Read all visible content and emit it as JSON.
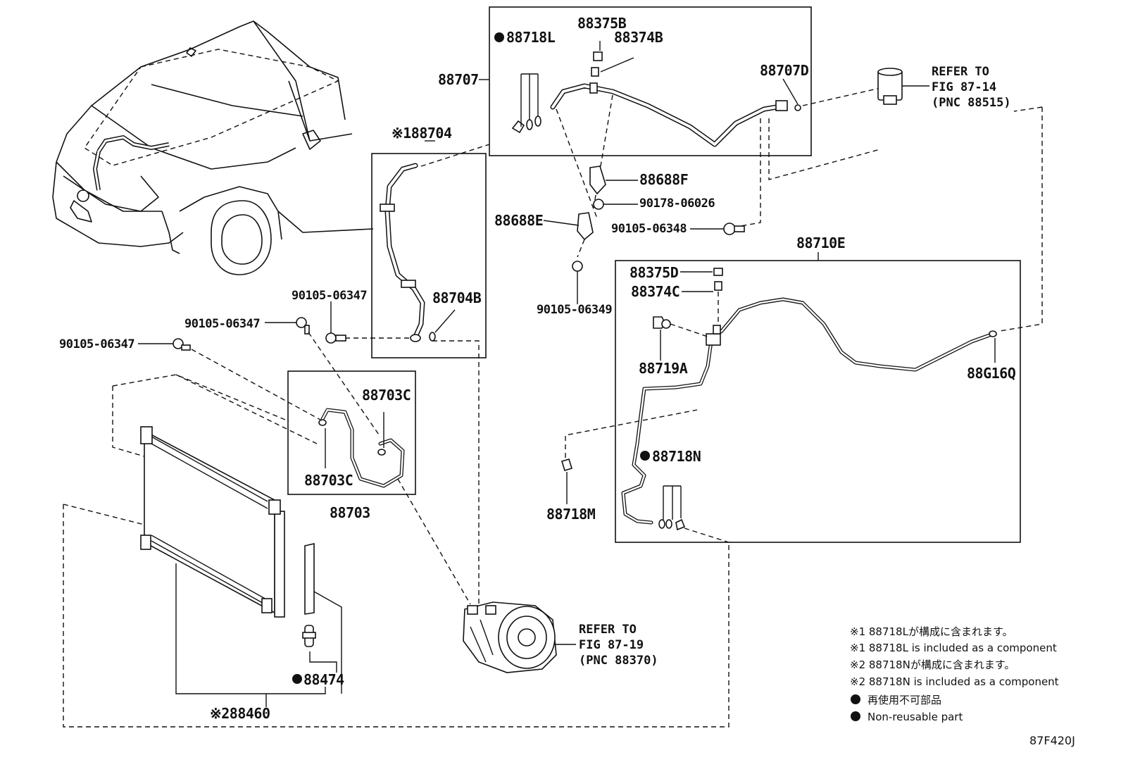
{
  "diagram": {
    "labels": {
      "p88718L": "88718L",
      "p88375B": "88375B",
      "p88374B": "88374B",
      "p88707": "88707",
      "p88707D": "88707D",
      "p188704": "※188704",
      "p88688F": "88688F",
      "p90178_06026": "90178-06026",
      "p88688E": "88688E",
      "p90105_06348": "90105-06348",
      "p88710E": "88710E",
      "p88375D": "88375D",
      "p88374C": "88374C",
      "p90105_06349": "90105-06349",
      "p88704B": "88704B",
      "p90105_06347a": "90105-06347",
      "p90105_06347b": "90105-06347",
      "p90105_06347c": "90105-06347",
      "p88719A": "88719A",
      "p88G16Q": "88G16Q",
      "p88703C_top": "88703C",
      "p88703C_bot": "88703C",
      "p88703": "88703",
      "p88718N": "88718N",
      "p88718M": "88718M",
      "p88474": "88474",
      "p288460": "※288460"
    },
    "references": {
      "expansion_valve": [
        "REFER TO",
        "FIG 87-14",
        "(PNC 88515)"
      ],
      "compressor": [
        "REFER TO",
        "FIG 87-19",
        "(PNC 88370)"
      ]
    },
    "notes": [
      "※1 88718Lが構成に含まれます。",
      "※1 88718L is included as a component",
      "※2 88718Nが構成に含まれます。",
      "※2 88718N is included as a component",
      "再使用不可部品",
      "Non-reusable part"
    ],
    "figure_code": "87F420J"
  }
}
